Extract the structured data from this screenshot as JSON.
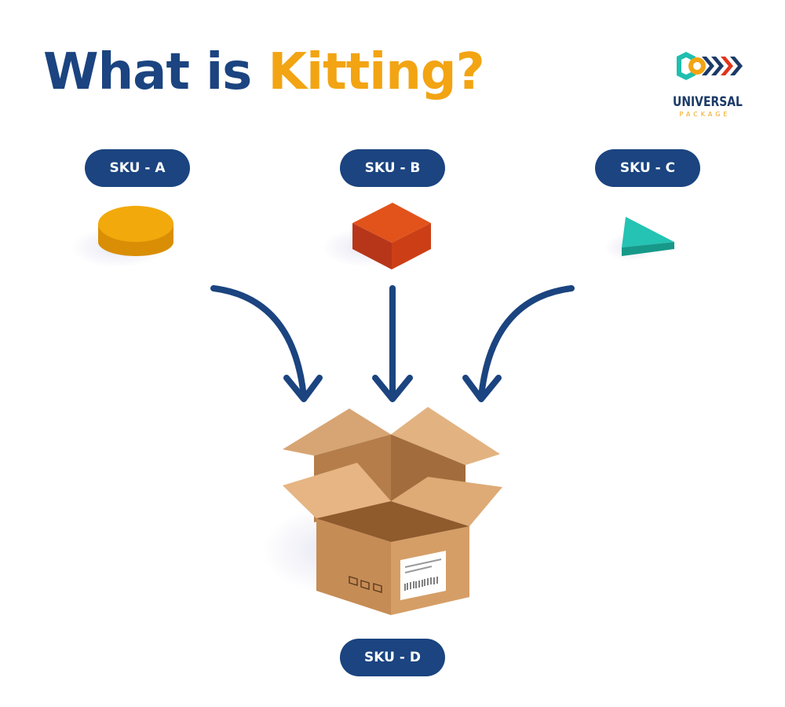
{
  "title": {
    "part1": "What is ",
    "part2": "Kitting?"
  },
  "logo": {
    "word": "UNIVERSAL",
    "sub": "PACKAGE"
  },
  "labels": {
    "sku_a": "SKU - A",
    "sku_b": "SKU - B",
    "sku_c": "SKU - C",
    "sku_d": "SKU - D"
  },
  "colors": {
    "navy": "#1b4480",
    "accent_orange": "#f2a413",
    "cylinder": "#f2a90c",
    "cube": "#d9480f",
    "triangle": "#1fbfb0",
    "box": "#c99a66"
  },
  "icons": {
    "item_a": "yellow-cylinder-icon",
    "item_b": "orange-cube-icon",
    "item_c": "teal-triangle-icon",
    "result": "cardboard-box-icon"
  }
}
